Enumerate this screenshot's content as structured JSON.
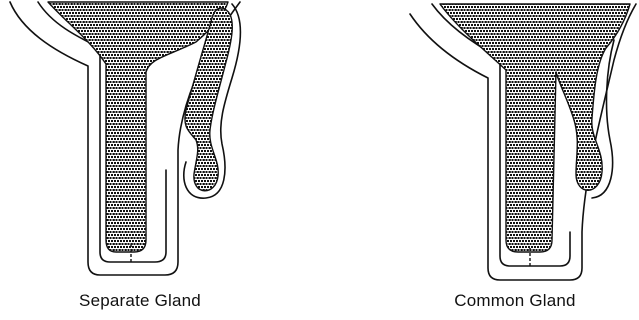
{
  "panels": [
    {
      "id": "separate",
      "caption": "Separate Gland"
    },
    {
      "id": "common",
      "caption": "Common Gland"
    }
  ],
  "colors": {
    "ink": "#111111",
    "background": "#ffffff"
  }
}
